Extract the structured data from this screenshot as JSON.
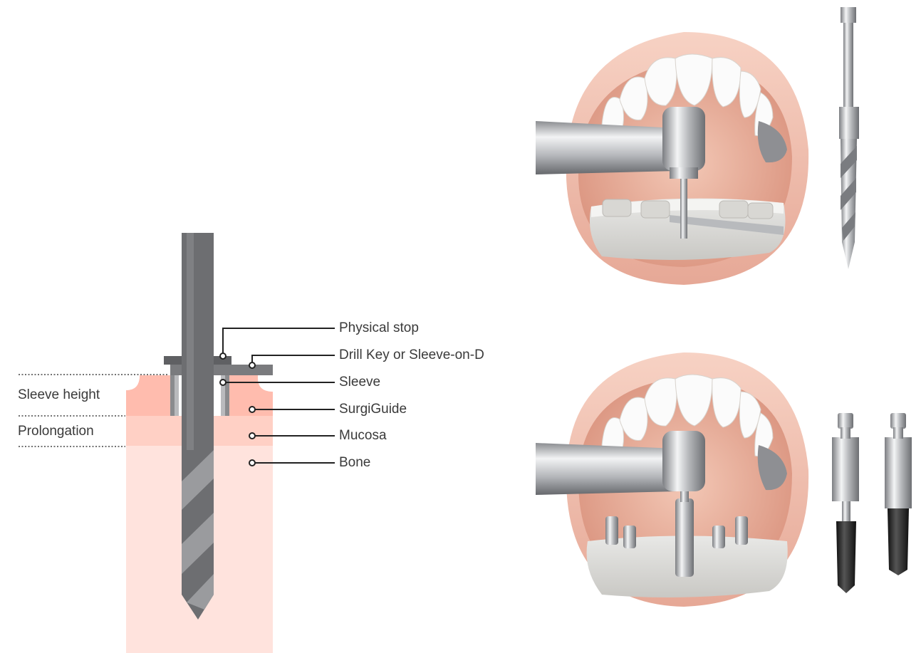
{
  "diagram": {
    "left_labels": {
      "sleeve_height": "Sleeve height",
      "prolongation": "Prolongation"
    },
    "callouts": [
      "Physical stop",
      "Drill Key or Sleeve-on-D",
      "Sleeve",
      "SurgiGuide",
      "Mucosa",
      "Bone"
    ]
  },
  "colors": {
    "bone": "#ffe3dd",
    "mucosa": "#ffd0c5",
    "surgiguide": "#ffbcae",
    "drill": "#6d6e71",
    "drill_flute": "#9a9b9e",
    "sleeve": "#8a8b8e",
    "callout_line": "#222222"
  },
  "illustrations": [
    {
      "name": "drilling-through-guide",
      "tool": "surgical-drill"
    },
    {
      "name": "implant-placement-through-guide",
      "tools": [
        "implant-mount-short",
        "implant-mount-long"
      ]
    }
  ]
}
